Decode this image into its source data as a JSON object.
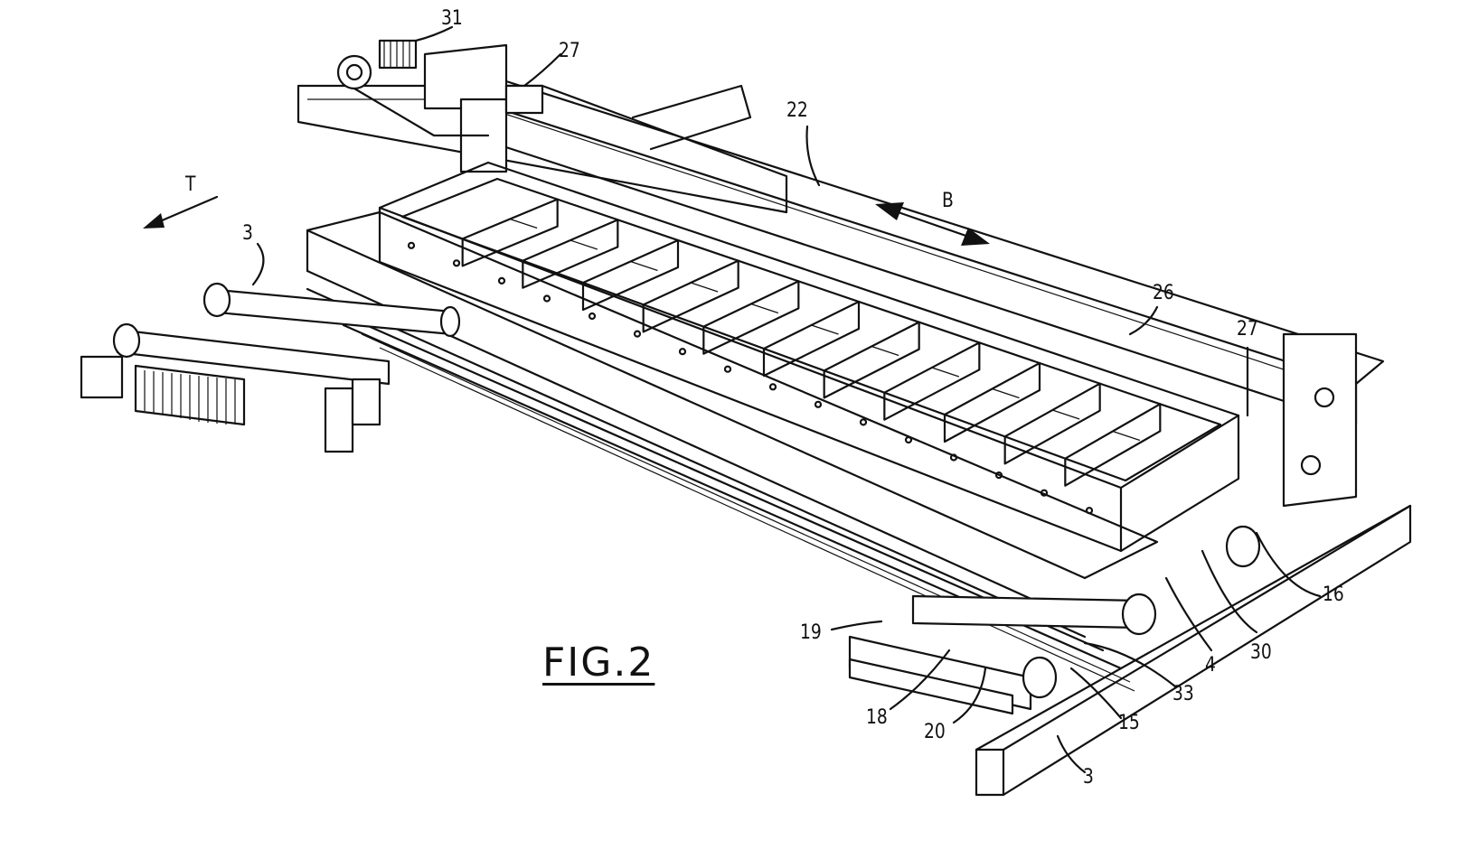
{
  "figure_title": "FIG.2",
  "reference_labels": {
    "r31": "31",
    "r27a": "27",
    "r22": "22",
    "rT": "T",
    "rB": "B",
    "r3a": "3",
    "r26": "26",
    "r27b": "27",
    "r16": "16",
    "r30": "30",
    "r4": "4",
    "r33": "33",
    "r15": "15",
    "r19": "19",
    "r18": "18",
    "r20": "20",
    "r3b": "3"
  },
  "colors": {
    "ink": "#111111",
    "paper": "#ffffff"
  }
}
